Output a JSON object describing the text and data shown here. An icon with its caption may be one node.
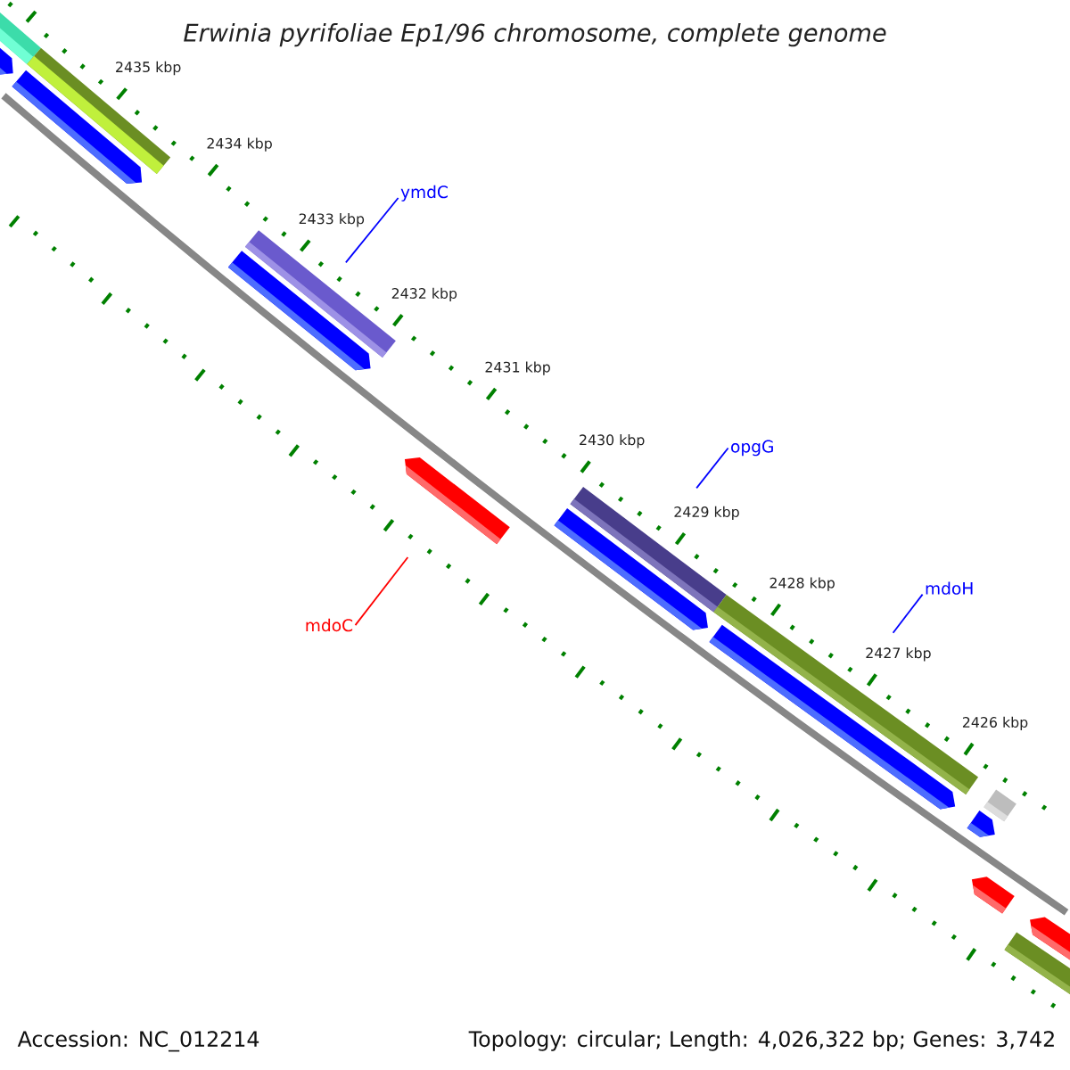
{
  "diagram": {
    "title": "Erwinia pyrifoliae Ep1/96 chromosome, complete genome",
    "nodes": [
      {
        "text": [
          "ymdC"
        ]
      },
      {
        "text": [
          "opgG"
        ]
      },
      {
        "text": [
          "mdoH"
        ]
      },
      {
        "text": [
          "mdoC"
        ]
      },
      {
        "text": [],
        "shape": "bar"
      },
      {
        "text": [],
        "shape": "pentagon"
      },
      {
        "text": [],
        "shape": "pentagon"
      },
      {
        "text": [],
        "shape": "bar"
      },
      {
        "text": [],
        "shape": "pentagon"
      },
      {
        "text": [],
        "shape": "bar"
      },
      {
        "text": [],
        "shape": "pentagon"
      },
      {
        "text": [],
        "shape": "pentagon"
      },
      {
        "text": [],
        "shape": "bar"
      },
      {
        "text": [],
        "shape": "pentagon"
      },
      {
        "text": [],
        "shape": "bar"
      },
      {
        "text": [],
        "shape": "pentagon"
      },
      {
        "text": [],
        "shape": "pentagon"
      },
      {
        "text": [],
        "shape": "bar"
      },
      {
        "text": [],
        "shape": "bar"
      },
      {
        "text": [],
        "shape": "pentagon"
      }
    ],
    "edges": [
      {
        "from": 0,
        "to": 9,
        "arrow": "none"
      },
      {
        "from": 1,
        "to": 12,
        "arrow": "none"
      },
      {
        "from": 2,
        "to": 14,
        "arrow": "none"
      },
      {
        "from": 3,
        "to": 10,
        "arrow": "none",
        "color": "#ff0000"
      }
    ],
    "labels": [
      "2435 kbp",
      "2434 kbp",
      "2433 kbp",
      "2432 kbp",
      "2431 kbp",
      "2430 kbp",
      "2429 kbp",
      "2428 kbp",
      "2427 kbp",
      "2426 kbp",
      "Accession: NC_012214",
      "Topology: circular; Length: 4,026,322 bp; Genes: 3,742"
    ]
  }
}
